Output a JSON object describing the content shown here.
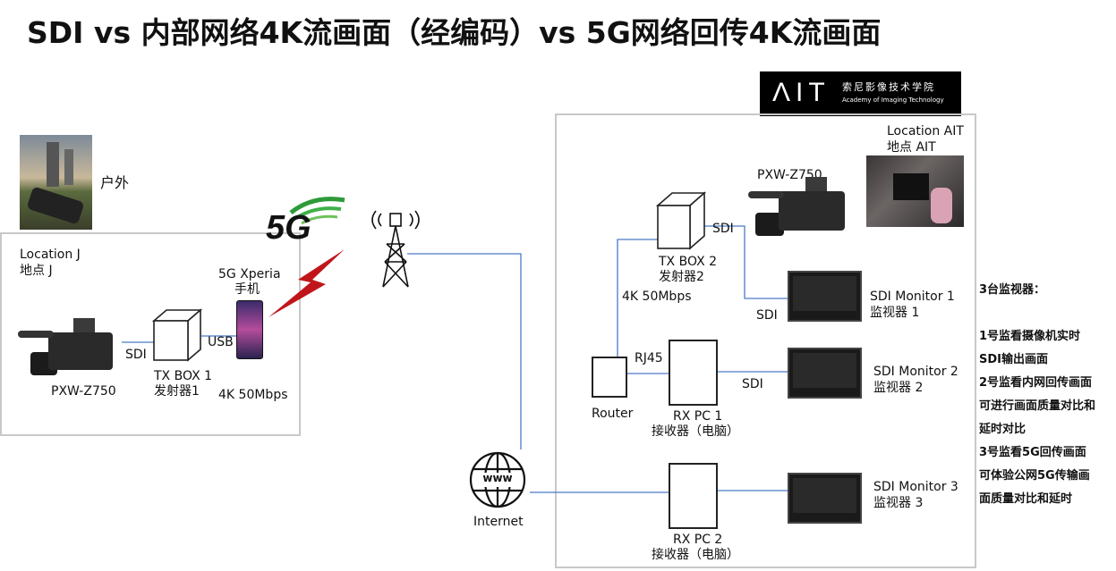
{
  "title": "SDI vs 内部网络4K流画面（经编码）vs 5G网络回传4K流画面",
  "logo": {
    "mark": "ΛIT",
    "cn": "索尼影像技术学院",
    "en": "Academy of Imaging Technology"
  },
  "left": {
    "outdoor": "户外",
    "location_en": "Location J",
    "location_cn": "地点 J",
    "camera": "PXW-Z750",
    "sdi": "SDI",
    "txbox_en": "TX BOX 1",
    "txbox_cn": "发射器1",
    "usb": "USB",
    "phone_en": "5G Xperia",
    "phone_cn": "手机",
    "rate": "4K 50Mbps"
  },
  "network": {
    "fiveg": "5G",
    "internet": "Internet",
    "www": "www"
  },
  "right": {
    "location_en": "Location AIT",
    "location_cn": "地点 AIT",
    "camera": "PXW-Z750",
    "sdi_top": "SDI",
    "txbox_en": "TX BOX 2",
    "txbox_cn": "发射器2",
    "rate": "4K 50Mbps",
    "sdi_mon1": "SDI",
    "rj45": "RJ45",
    "router": "Router",
    "rxpc1_en": "RX PC 1",
    "rxpc1_cn": "接收器（电脑）",
    "sdi_mon2": "SDI",
    "rxpc2_en": "RX PC 2",
    "rxpc2_cn": "接收器（电脑）",
    "monitors": [
      {
        "en": "SDI Monitor 1",
        "cn": "监视器 1"
      },
      {
        "en": "SDI Monitor 2",
        "cn": "监视器 2"
      },
      {
        "en": "SDI Monitor 3",
        "cn": "监视器 3"
      }
    ]
  },
  "notes": [
    "3台监视器：",
    "",
    "1号监看摄像机实时",
    "SDI输出画面",
    "2号监看内网回传画面",
    "可进行画面质量对比和",
    "延时对比",
    "3号监看5G回传画面",
    "可体验公网5G传输画",
    "面质量对比和延时"
  ],
  "colors": {
    "link": "#4a7ac4",
    "signal": "#c0161b",
    "fiveg_green": "#2e9a3a",
    "region_border": "#c8c8c8"
  }
}
